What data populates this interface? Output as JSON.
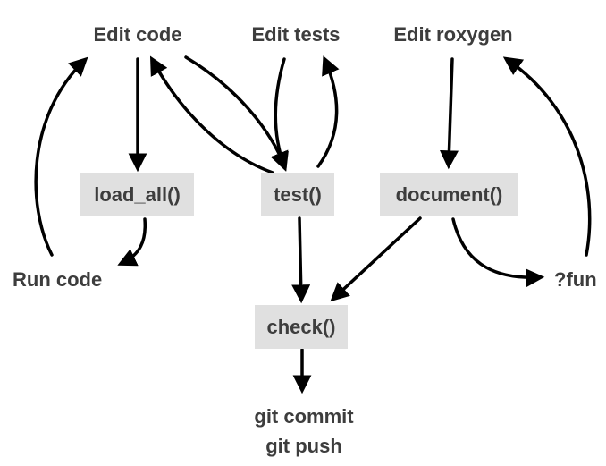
{
  "nodes": {
    "edit_code": "Edit code",
    "edit_tests": "Edit tests",
    "edit_roxygen": "Edit roxygen",
    "load_all": "load_all()",
    "test": "test()",
    "document": "document()",
    "run_code": "Run code",
    "help_fun": "?fun",
    "check": "check()",
    "git_commit": "git commit",
    "git_push": "git push"
  },
  "colors": {
    "text": "#3d3d3d",
    "box_fill": "#e0e0e0",
    "arrow": "#000000"
  }
}
